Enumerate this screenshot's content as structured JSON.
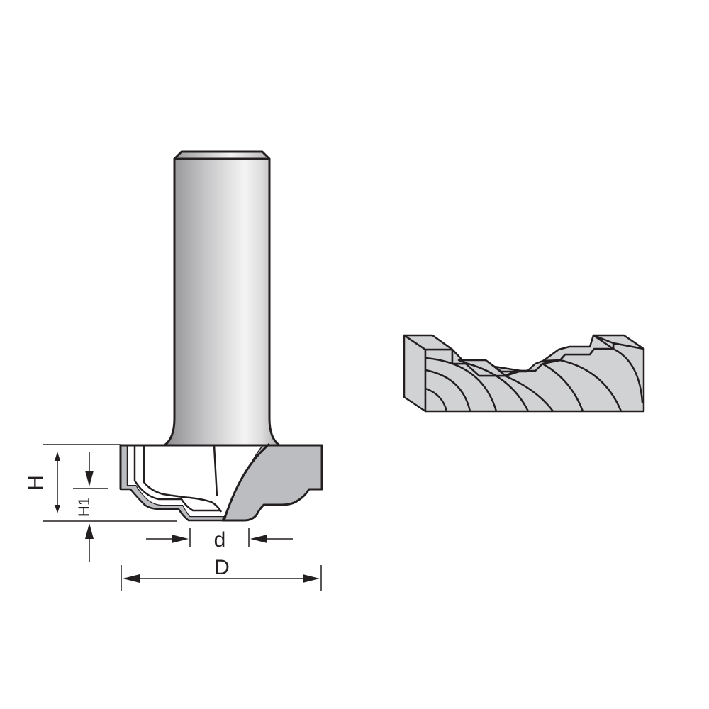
{
  "diagram": {
    "title": "Router bit dimension drawing",
    "colors": {
      "outline": "#231f20",
      "cutter_fill": "#bcbdc0",
      "wood_fill": "#d1d2d4",
      "background": "#ffffff"
    },
    "labels": {
      "H": "H",
      "H1": "H1",
      "d": "d",
      "D": "D"
    },
    "parts": {
      "shank": "shank",
      "cutter": "cutter-head",
      "profile": "wood-profile-sample"
    }
  }
}
